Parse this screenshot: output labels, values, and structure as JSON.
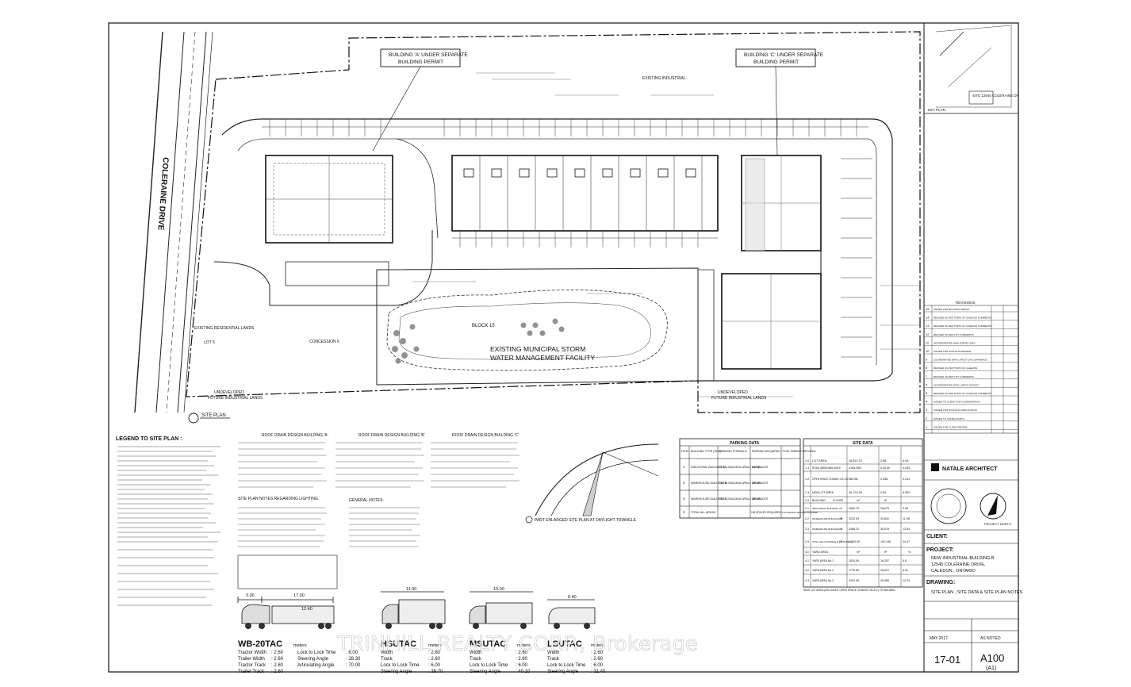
{
  "watermark": "TRINHILL REALTY CORP., Brokerage",
  "plan": {
    "street": "COLERAINE DRIVE",
    "building_a_note": [
      "BUILDING 'A' UNDER SEPARATE",
      "BUILDING PERMIT"
    ],
    "building_c_note": [
      "BUILDING 'C' UNDER SEPARATE",
      "BUILDING PERMIT"
    ],
    "storm_facility": [
      "EXISTING MUNICIPAL STORM",
      "WATER MANAGEMENT FACILITY"
    ],
    "block": "BLOCK 15",
    "concession": "CONCESSION 6",
    "lot": "LOT 5",
    "existing_residential": "EXISTING RESIDENTIAL LANDS",
    "future_industrial_left": [
      "UNDEVELOPED",
      "FUTURE INDUSTRIAL LANDS"
    ],
    "future_industrial_right": [
      "UNDEVELOPED",
      "FUTURE INDUSTRIAL LANDS"
    ],
    "existing_industrial": "EXISTING INDUSTRIAL",
    "site_plan_label": "SITE PLAN",
    "daylight_label": "PART ENLARGED SITE PLAN AT DAYLIGHT TRIANGLE",
    "legend_title": "LEGEND TO SITE PLAN :",
    "roof_a_title": "ROOF DRAIN DESIGN BUILDING 'A'",
    "roof_b_title": "ROOF DRAIN DESIGN BUILDING 'B'",
    "roof_c_title": "ROOF DRAIN DESIGN BUILDING 'C'",
    "site_notes_title": "SITE PLAN NOTES REGARDING LIGHTING",
    "general_notes_title": "GENERAL NOTES:",
    "parking_title": "PARKING DATA",
    "site_data_title": "SITE DATA"
  },
  "vehicles": [
    {
      "name": "WB-20TAC",
      "dims": [
        "3.00",
        "17.00",
        "12.40"
      ],
      "rows": [
        [
          "Tractor Width",
          ": 2.60"
        ],
        [
          "Trailer Width",
          ": 2.60"
        ],
        [
          "Tractor Track",
          ": 2.60"
        ],
        [
          "Trailer Track",
          ": 2.60"
        ]
      ],
      "rows2": [
        [
          "Lock to Lock Time",
          ": 6.00"
        ],
        [
          "Steering Angle",
          ": 28.30"
        ],
        [
          "Articulating Angle",
          ": 70.00"
        ]
      ]
    },
    {
      "name": "HSUTAC",
      "dims": [
        "11.50"
      ],
      "rows": [
        [
          "Width",
          ": 2.60"
        ],
        [
          "Track",
          ": 2.60"
        ],
        [
          "Lock to Lock Time",
          ": 6.00"
        ],
        [
          "Steering Angle",
          ": 39.70"
        ]
      ]
    },
    {
      "name": "MSUTAC",
      "dims": [
        "10.00"
      ],
      "rows": [
        [
          "Width",
          ": 2.60"
        ],
        [
          "Track",
          ": 2.60"
        ],
        [
          "Lock to Lock Time",
          ": 6.00"
        ],
        [
          "Steering Angle",
          ": 40.10"
        ]
      ]
    },
    {
      "name": "LSUTAC",
      "dims": [
        "6.40"
      ],
      "rows": [
        [
          "Width",
          ": 2.60"
        ],
        [
          "Track",
          ": 2.60"
        ],
        [
          "Lock to Lock Time",
          ": 6.00"
        ],
        [
          "Steering Angle",
          ": 31.40"
        ]
      ]
    }
  ],
  "parking": {
    "headers": [
      "ITEM",
      "BUILDING TYPE (GFA)",
      "PARKING FORMULA",
      "PARKING REQUIRED",
      "TOTAL PARKING PROVIDED"
    ],
    "rows": [
      [
        "1",
        "INDUSTRIAL BUILDING 'A'",
        "TOTAL BUILDING AREA x 1/90 m²",
        "44 SPACES",
        ""
      ],
      [
        "2",
        "WAREHOUSE BUILDING 'B'",
        "TOTAL BUILDING AREA x 1/90 m²",
        "36 SPACES",
        ""
      ],
      [
        "3",
        "WAREHOUSE BUILDING 'C'",
        "TOTAL BUILDING AREA x 1/90 m²",
        "38 SPACES",
        ""
      ],
      [
        "4",
        "TOTAL ALL AREAS",
        "",
        "118 SPACES REQUIRED",
        "132 PARKING SPACES PROVIDED"
      ]
    ]
  },
  "site_data": {
    "rows": [
      [
        "1.0",
        "LOT AREA",
        "26,810.20",
        "2.68",
        "6.63"
      ],
      [
        "1.1",
        "ROAD WIDENING AREA",
        "4184.850",
        "0.0018",
        "0.045"
      ],
      [
        "1.2",
        "OPEN SPACE ZONING OS-417",
        "863.88",
        "0.086",
        "0.212"
      ],
      [
        "1.3",
        "NEW LOT AREA",
        "26,723.35",
        "2.60",
        "6.392"
      ]
    ],
    "building_header": [
      "2.0",
      "BUILDING",
      "FLOORS",
      "m²",
      "ft²"
    ],
    "buildings": [
      [
        "2.1",
        "INDUSTRIAL BUILDING 'A'",
        "1",
        "2662.75",
        "28,675",
        "9.94"
      ],
      [
        "2.2",
        "WAREHOUSE BUILDING 'B'",
        "15",
        "3222.93",
        "34,692",
        "11.98"
      ],
      [
        "2.3",
        "WAREHOUSE BUILDING 'C'",
        "10",
        "3386.22",
        "36,578",
        "12.63"
      ],
      [
        "2.4",
        "TOTAL GFA (COVERAGE ALL BUILDINGS)",
        "27",
        "9,303.90",
        "100,146",
        "34.37"
      ]
    ],
    "yard_header": [
      "4.0",
      "YARD AREA",
      "m²",
      "ft²",
      "%"
    ],
    "yards": [
      [
        "4.1",
        "YARD AREA No.1",
        "1514.06",
        "16,297",
        "5.6"
      ],
      [
        "4.2",
        "YARD AREA No.2",
        "1776.89",
        "18,872",
        "6.61"
      ],
      [
        "4.3",
        "YARD AREA No.3",
        "3292.95",
        "35,455",
        "12.23"
      ]
    ],
    "footnote": "NEW LOT AREA (INCLUDES OPEN SPACE ZONING OS-417) OF 863.88m²"
  },
  "title_block": {
    "key_plan": "KEY PLAN",
    "site_label": "SITE 12545 COLERAINE DR",
    "revisions_title": "REVISIONS",
    "revisions": [
      [
        "15",
        "ISSUED FOR BUILDING PERMIT"
      ],
      [
        "14",
        "REVISED AS PER TOWN OF CALEDON COMMENTS"
      ],
      [
        "13",
        "REVISED AS PER TOWN OF CALEDON COMMENTS"
      ],
      [
        "12",
        "REVISED AS PER CITY COMMENTS"
      ],
      [
        "11",
        "INCORPORATED NEW SURVEY INFO"
      ],
      [
        "10",
        "ISSUED FOR SITE PLAN REVIEW"
      ],
      [
        "9",
        "COORDINATED WITH LATEST CIVIL DRAWINGS"
      ],
      [
        "8",
        "REVISED AS PER TOWN OF CALEDON"
      ],
      [
        "7",
        "REVISED AS PER CITY COMMENTS"
      ],
      [
        "6",
        "INCORPORATED WITH LATEST SURVEY"
      ],
      [
        "5",
        "REVISED AS PER TOWN OF CALEDON COMMENTS"
      ],
      [
        "4",
        "ISSUED TO CLIENT FOR COORDINATION"
      ],
      [
        "3",
        "ISSUED FOR SITE PLAN APPLICATION"
      ],
      [
        "2",
        "ISSUED TO CONSULTANTS"
      ],
      [
        "1",
        "ISSUED FOR CLIENT REVIEW"
      ]
    ],
    "architect": "NATALE ARCHITECT",
    "project_north": "PROJECT NORTH",
    "client_label": "CLIENT:",
    "project_label": "PROJECT:",
    "project_lines": [
      "NEW INDUSTRIAL BUILDING B",
      "12545 COLERAINE DRIVE,",
      "CALEDON , ONTARIO"
    ],
    "drawing_label": "DRAWING:",
    "drawing_title": "SITE PLAN , SITE DATA & SITE PLAN NOTES",
    "date": "MAY 2017",
    "scale": "AS NOTED",
    "project_no": "17-01",
    "sheet_no": "A100",
    "sheet_size": "(A1)"
  }
}
